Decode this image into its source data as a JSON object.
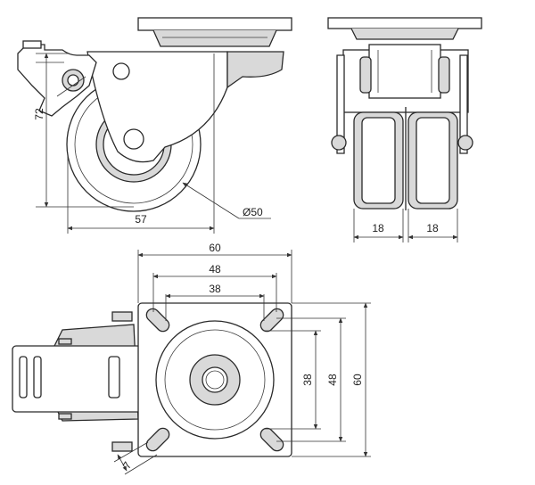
{
  "dimensions": {
    "height_total": "72",
    "length_total": "57",
    "wheel_diameter": "Ø50",
    "wheel_width_left": "18",
    "wheel_width_right": "18",
    "plate_width_top": "60",
    "hole_spacing_outer": "48",
    "hole_spacing_inner": "38",
    "plate_height": "60",
    "hole_spacing_outer_v": "48",
    "hole_spacing_inner_v": "38",
    "slot_width": "7"
  },
  "colors": {
    "line": "#2a2a2a",
    "fill": "#d9d9d9",
    "background": "#ffffff"
  }
}
